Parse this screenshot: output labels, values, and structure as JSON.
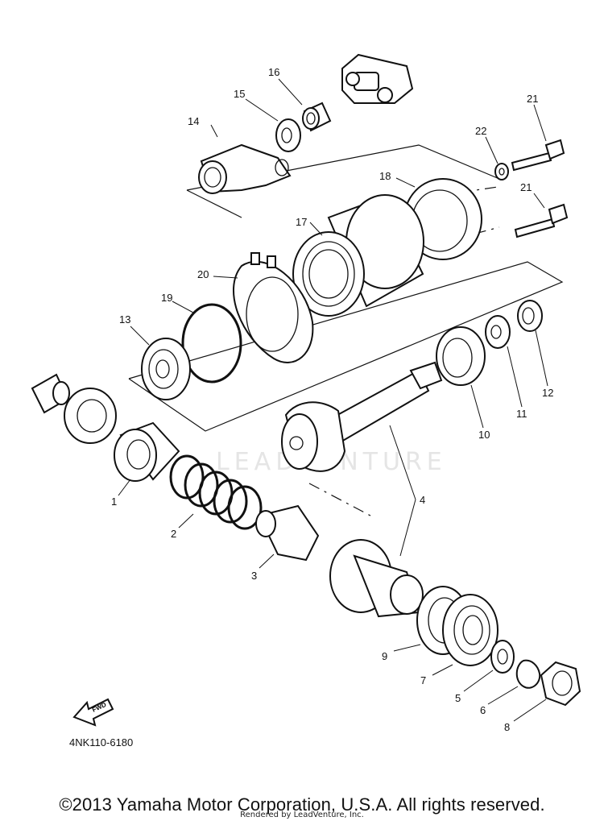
{
  "diagram": {
    "code": "4NK110-6180",
    "fwd_label": "FWD",
    "watermark": "LEADVENTURE",
    "copyright": "©2013 Yamaha Motor Corporation, U.S.A. All rights reserved.",
    "rendered_by": "Rendered by LeadVenture, Inc.",
    "callouts": [
      "1",
      "2",
      "3",
      "4",
      "5",
      "6",
      "7",
      "8",
      "9",
      "10",
      "11",
      "12",
      "13",
      "14",
      "15",
      "16",
      "17",
      "18",
      "19",
      "20",
      "21",
      "21",
      "22"
    ]
  }
}
